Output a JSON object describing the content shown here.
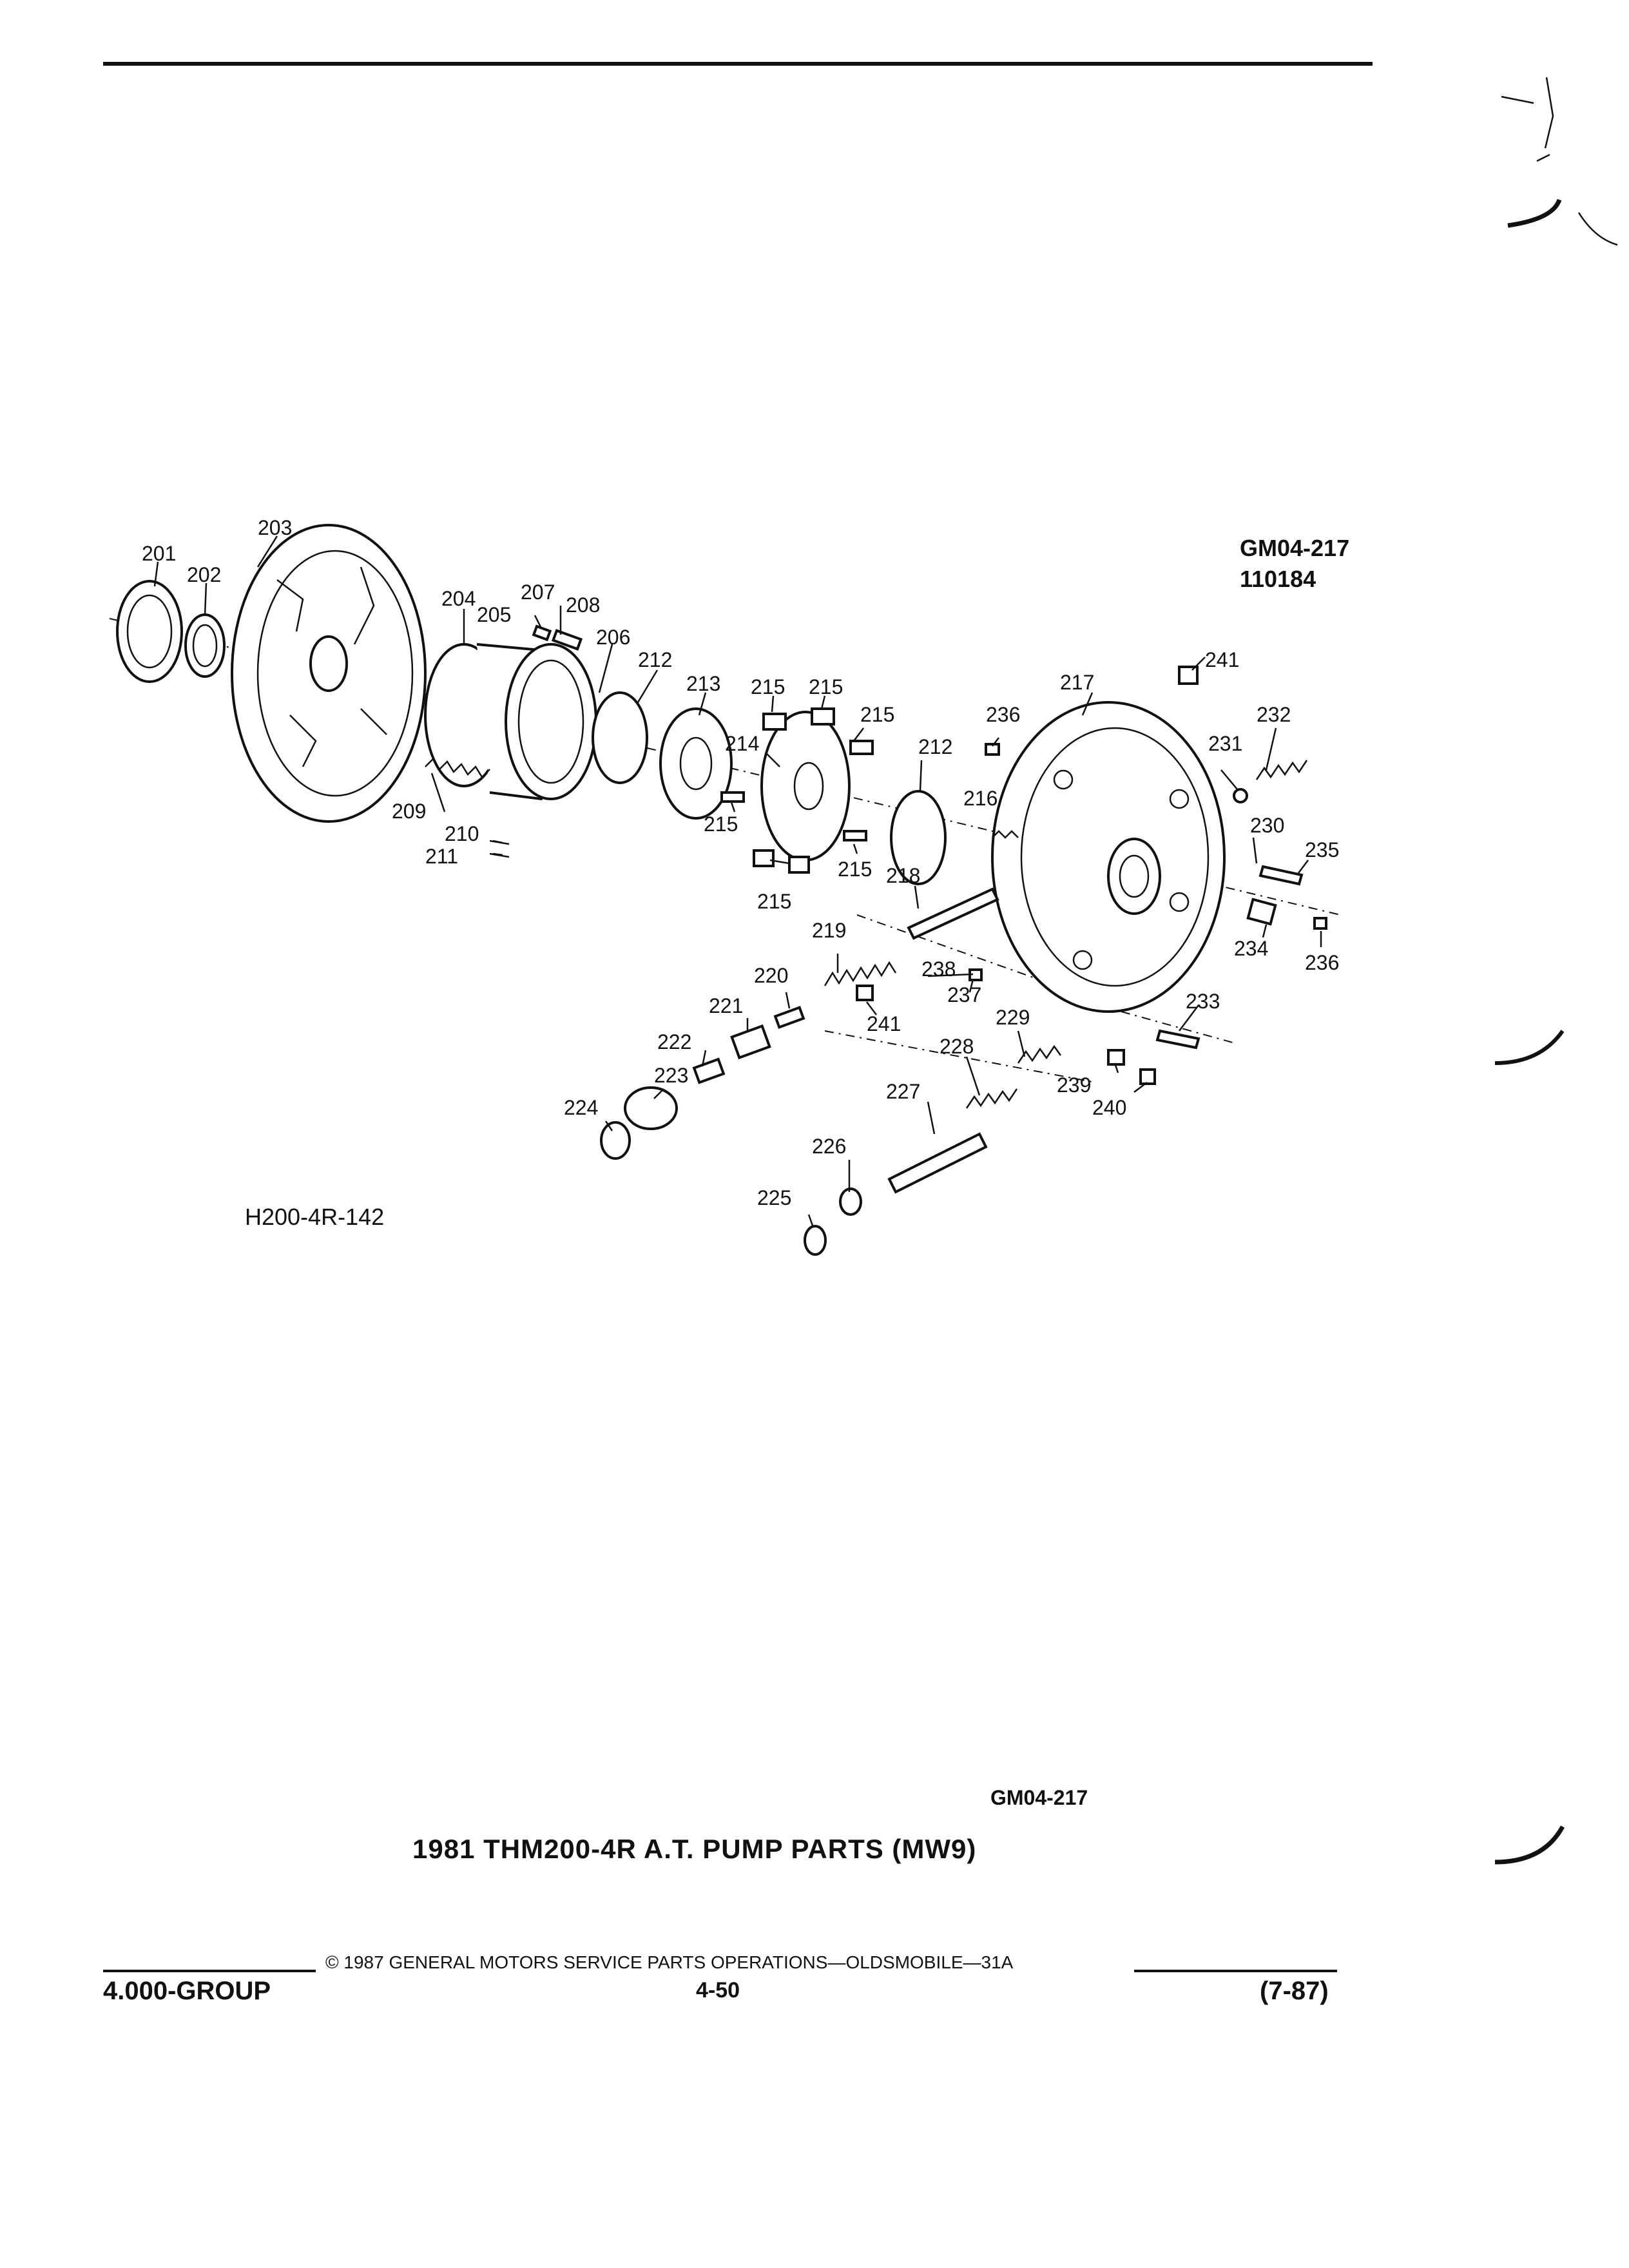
{
  "header": {},
  "figure": {
    "ref_code": "GM04-217",
    "ref_date": "110184",
    "drawing_id": "H200-4R-142",
    "bottom_code": "GM04-217",
    "callouts": [
      "201",
      "202",
      "203",
      "204",
      "205",
      "207",
      "208",
      "206",
      "212",
      "213",
      "215",
      "215",
      "215",
      "236",
      "217",
      "241",
      "232",
      "214",
      "215",
      "212",
      "216",
      "231",
      "230",
      "235",
      "209",
      "210",
      "211",
      "215",
      "218",
      "215",
      "234",
      "236",
      "219",
      "220",
      "238",
      "241",
      "237",
      "221",
      "229",
      "233",
      "228",
      "222",
      "223",
      "224",
      "227",
      "239",
      "240",
      "226",
      "225"
    ]
  },
  "caption": "1981 THM200-4R A.T. PUMP PARTS (MW9)",
  "footer": {
    "copyright": "© 1987 GENERAL MOTORS SERVICE PARTS OPERATIONS—OLDSMOBILE—31A",
    "group": "4.000-GROUP",
    "page": "4-50",
    "date_code": "(7-87)"
  }
}
